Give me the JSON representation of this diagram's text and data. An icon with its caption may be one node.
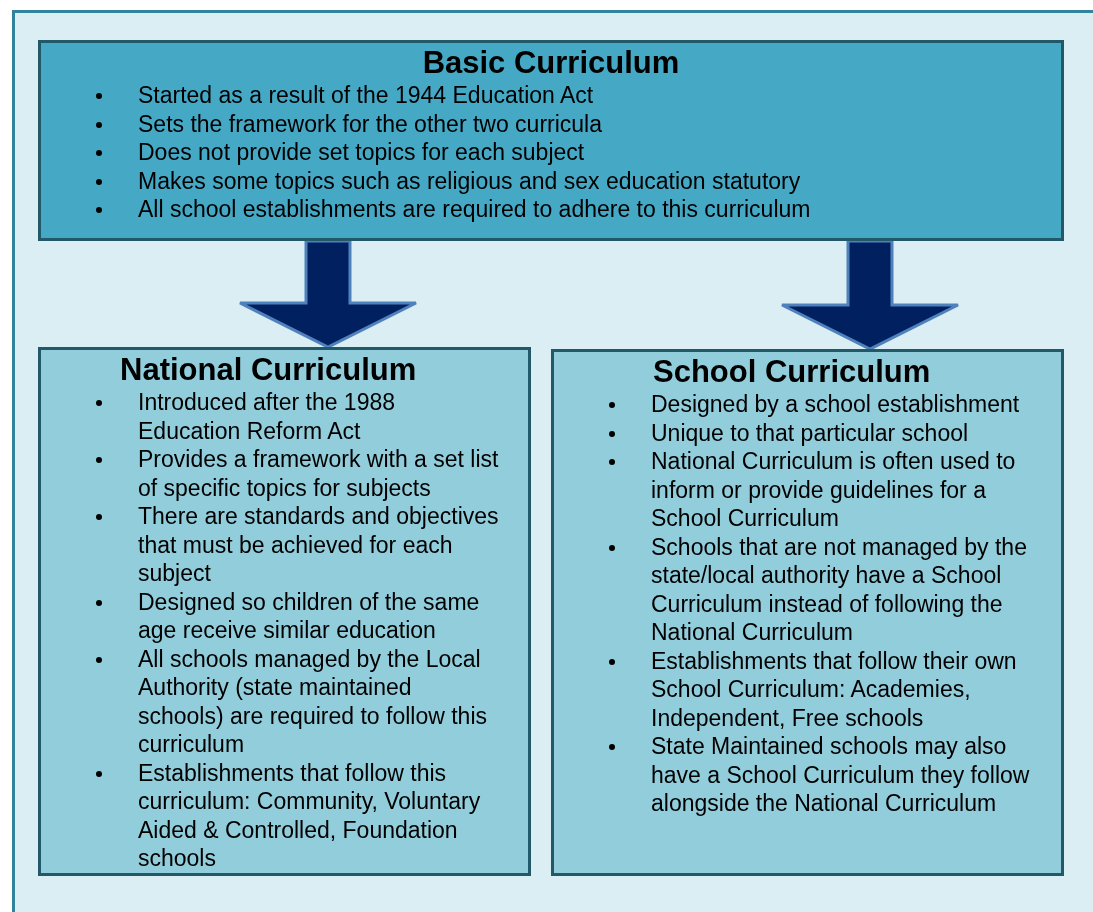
{
  "diagram": {
    "nodes": [
      {
        "text": [
          "Basic Curriculum",
          "Started as a result of the 1944 Education Act",
          "Sets the framework for the other two curricula",
          "Does not provide set topics for each subject",
          "Makes some topics such as religious and sex education statutory",
          "All school establishments are required to adhere to this curriculum"
        ]
      },
      {
        "text": [
          "National Curriculum",
          "Introduced after the 1988 Education Reform Act",
          "Provides a framework with a set list of specific topics for subjects",
          "There are standards and objectives that must be achieved for each subject",
          "Designed so children of the same age receive similar education",
          "All schools managed by the Local Authority (state maintained schools) are required to follow this curriculum",
          "Establishments that follow  this curriculum: Community, Voluntary Aided & Controlled, Foundation schools"
        ]
      },
      {
        "text": [
          "School Curriculum",
          "Designed by a school establishment",
          "Unique to that particular school",
          "National Curriculum is often used to inform or provide guidelines for a School Curriculum",
          "Schools that are not managed by the state/local authority have a School Curriculum instead of following the National Curriculum",
          "Establishments that follow their own School Curriculum: Academies, Independent, Free schools",
          "State Maintained  schools may also have a School Curriculum they follow alongside the National Curriculum"
        ]
      }
    ],
    "edges": [
      {
        "from": 0,
        "to": 1,
        "arrow": "to",
        "style": "thick"
      },
      {
        "from": 0,
        "to": 2,
        "arrow": "to",
        "style": "thick"
      }
    ]
  }
}
